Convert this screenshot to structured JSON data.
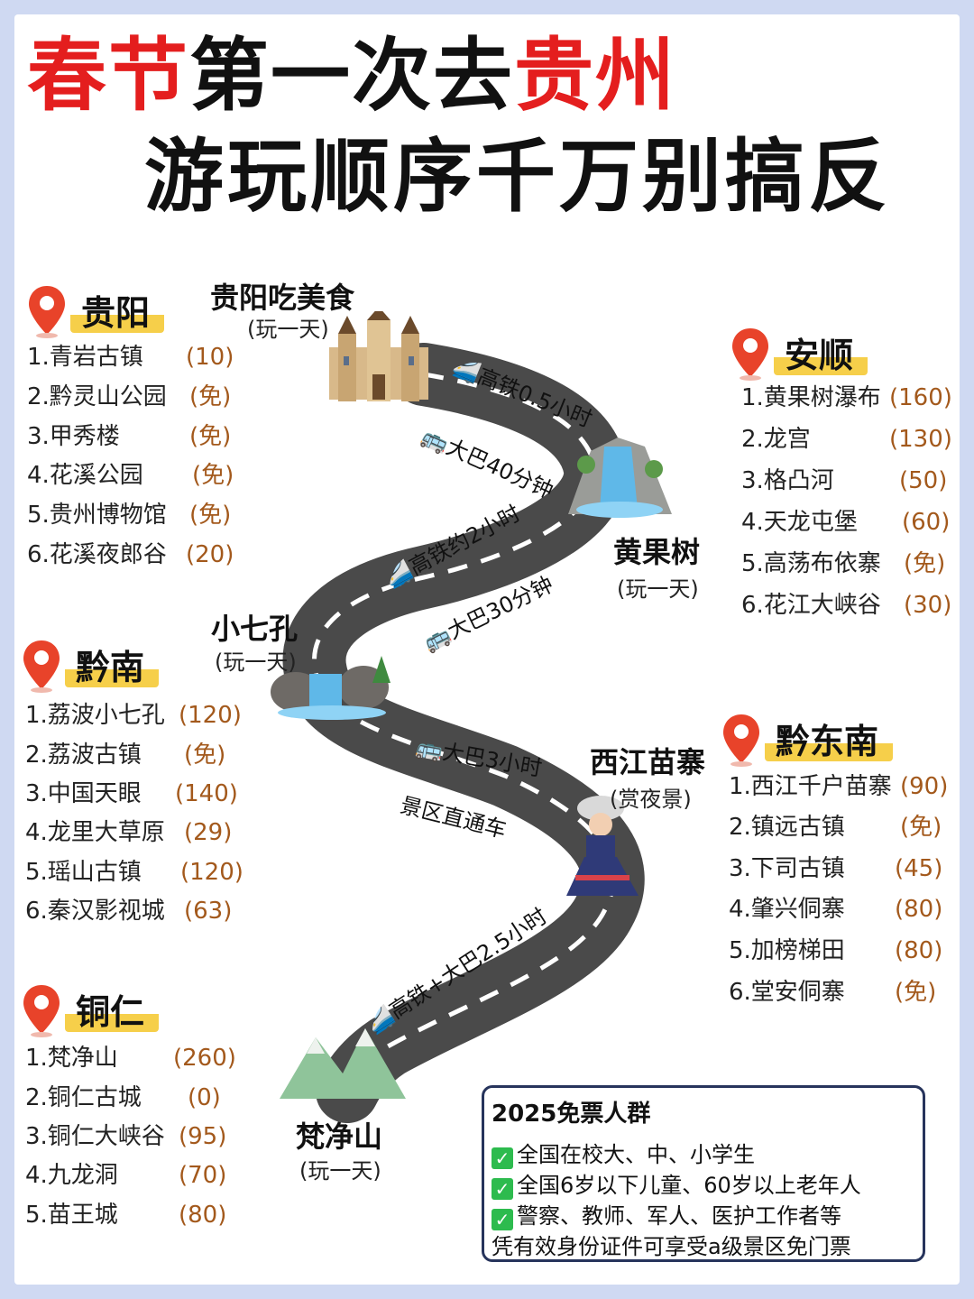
{
  "title": {
    "line1_red_a": "春节",
    "line1_black": "第一次去",
    "line1_red_b": "贵州",
    "line2": "游玩顺序千万别搞反"
  },
  "regions": [
    {
      "name": "贵阳",
      "items": [
        {
          "label": "1.青岩古镇",
          "price": "(10)"
        },
        {
          "label": "2.黔灵山公园",
          "price": "(免)"
        },
        {
          "label": "3.甲秀楼",
          "price": "(免)"
        },
        {
          "label": "4.花溪公园",
          "price": "(免)"
        },
        {
          "label": "5.贵州博物馆",
          "price": "(免)"
        },
        {
          "label": "6.花溪夜郎谷",
          "price": "(20)"
        }
      ]
    },
    {
      "name": "安顺",
      "items": [
        {
          "label": "1.黄果树瀑布",
          "price": "(160)"
        },
        {
          "label": "2.龙宫",
          "price": "(130)"
        },
        {
          "label": "3.格凸河",
          "price": "(50)"
        },
        {
          "label": "4.天龙屯堡",
          "price": "(60)"
        },
        {
          "label": "5.高荡布依寨",
          "price": "(免)"
        },
        {
          "label": "6.花江大峡谷",
          "price": "(30)"
        }
      ]
    },
    {
      "name": "黔南",
      "items": [
        {
          "label": "1.荔波小七孔",
          "price": "(120)"
        },
        {
          "label": "2.荔波古镇",
          "price": "(免)"
        },
        {
          "label": "3.中国天眼",
          "price": "(140)"
        },
        {
          "label": "4.龙里大草原",
          "price": "(29)"
        },
        {
          "label": "5.瑶山古镇",
          "price": "(120)"
        },
        {
          "label": "6.秦汉影视城",
          "price": "(63)"
        }
      ]
    },
    {
      "name": "黔东南",
      "items": [
        {
          "label": "1.西江千户苗寨",
          "price": "(90)"
        },
        {
          "label": "2.镇远古镇",
          "price": "(免)"
        },
        {
          "label": "3.下司古镇",
          "price": "(45)"
        },
        {
          "label": "4.肇兴侗寨",
          "price": "(80)"
        },
        {
          "label": "5.加榜梯田",
          "price": "(80)"
        },
        {
          "label": "6.堂安侗寨",
          "price": "(免)"
        }
      ]
    },
    {
      "name": "铜仁",
      "items": [
        {
          "label": "1.梵净山",
          "price": "(260)"
        },
        {
          "label": "2.铜仁古城",
          "price": "(0)"
        },
        {
          "label": "3.铜仁大峡谷",
          "price": "(95)"
        },
        {
          "label": "4.九龙洞",
          "price": "(70)"
        },
        {
          "label": "5.苗王城",
          "price": "(80)"
        }
      ]
    }
  ],
  "route_stops": [
    {
      "name": "贵阳吃美食",
      "sub": "(玩一天)"
    },
    {
      "name": "黄果树",
      "sub": "(玩一天)"
    },
    {
      "name": "小七孔",
      "sub": "(玩一天)"
    },
    {
      "name": "西江苗寨",
      "sub": "(赏夜景)"
    },
    {
      "name": "梵净山",
      "sub": "(玩一天)"
    }
  ],
  "route_labels": [
    "高铁0.5小时",
    "大巴40分钟",
    "高铁约2小时",
    "大巴30分钟",
    "大巴3小时",
    "景区直通车",
    "高铁+大巴2.5小时"
  ],
  "free_box": {
    "title": "2025免票人群",
    "rows": [
      "全国在校大、中、小学生",
      "全国6岁以下儿童、60岁以上老年人",
      "警察、教师、军人、医护工作者等"
    ],
    "footer": "凭有效身份证件可享受a级景区免门票"
  },
  "colors": {
    "accent_red": "#e41e1e",
    "highlight_yellow": "#f6cf4a",
    "price_brown": "#a3591c",
    "road": "#4a4a4a",
    "box_border": "#27345c"
  },
  "icons": [
    "location-pin-icon",
    "train-icon",
    "bus-icon",
    "castle-icon",
    "waterfall-icon",
    "miao-girl-icon",
    "mountain-icon",
    "check-icon"
  ]
}
